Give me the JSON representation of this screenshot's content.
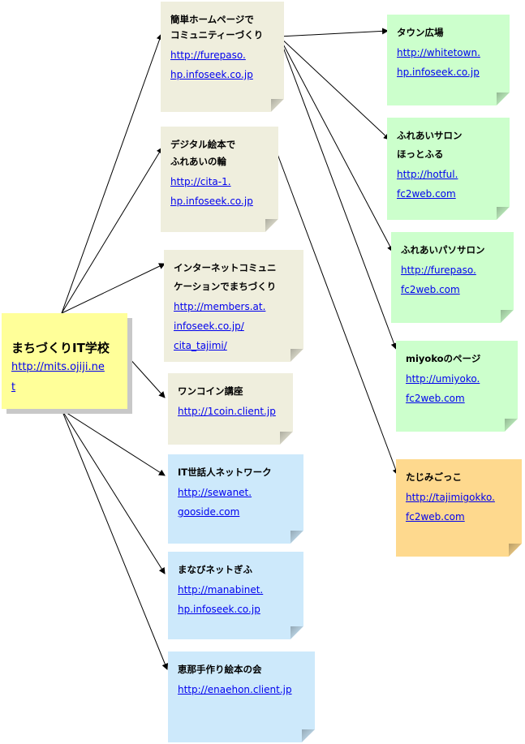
{
  "main": {
    "title": "まちづくりIT学校",
    "url_line1": "http://mits.ojiji.ne",
    "url_line2": "t"
  },
  "notes": [
    {
      "title1": "簡単ホームページで",
      "title2": "コミュニティーづくり",
      "url1": "http://furepaso.",
      "url2": "hp.infoseek.co.jp",
      "color": "#efeedd"
    },
    {
      "title1": "デジタル絵本で",
      "title2": "ふれあいの輪",
      "url1": "http://cita-1.",
      "url2": "hp.infoseek.co.jp",
      "color": "#efeedd"
    },
    {
      "title1": "インターネットコミュニ",
      "title2": "ケーションでまちづくり",
      "url1": "http://members.at.",
      "url2": "infoseek.co.jp/",
      "url3": "cita_tajimi/",
      "color": "#efeedd"
    },
    {
      "title1": "ワンコイン講座",
      "url1": "http://1coin.client.jp",
      "color": "#efeedd"
    },
    {
      "title1": "IT世話人ネットワーク",
      "url1": "http://sewanet.",
      "url2": "gooside.com",
      "color": "#cde9fb"
    },
    {
      "title1": "まなびネットぎふ",
      "url1": "http://manabinet.",
      "url2": "hp.infoseek.co.jp",
      "color": "#cde9fb"
    },
    {
      "title1": "恵那手作り絵本の会",
      "url1": "http://enaehon.client.jp",
      "color": "#cde9fb"
    },
    {
      "title1": "タウン広場",
      "url1": "http://whitetown.",
      "url2": "hp.infoseek.co.jp",
      "color": "#ccffcc"
    },
    {
      "title1": "ふれあいサロン",
      "title2": "ほっとふる",
      "url1": "http://hotful.",
      "url2": "fc2web.com",
      "color": "#ccffcc"
    },
    {
      "title1": "ふれあいパソサロン",
      "url1": "http://furepaso.",
      "url2": "fc2web.com",
      "color": "#ccffcc"
    },
    {
      "title1": "miyokoのページ",
      "url1": "http://umiyoko.",
      "url2": "fc2web.com",
      "color": "#ccffcc"
    },
    {
      "title1": "たじみごっこ",
      "url1": "http://tajimigokko.",
      "url2": "fc2web.com",
      "color": "#fed98e"
    }
  ]
}
